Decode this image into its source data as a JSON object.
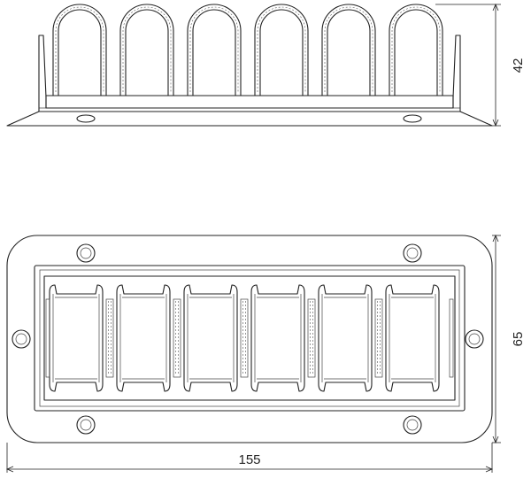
{
  "drawing": {
    "dimensions": {
      "height_side_view": "42",
      "height_top_view": "65",
      "width_top_view": "155"
    },
    "loop_count": 6,
    "top_view_hole_count": 6
  }
}
